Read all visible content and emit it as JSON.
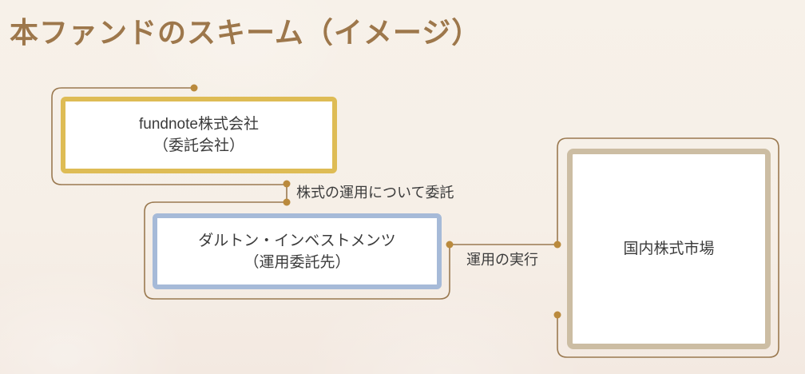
{
  "title": "本ファンドのスキーム（イメージ）",
  "diagram": {
    "nodes": {
      "fundnote": {
        "line1": "fundnote株式会社",
        "line2": "（委託会社）"
      },
      "dalton": {
        "line1": "ダルトン・インベストメンツ",
        "line2": "（運用委託先）"
      },
      "market": {
        "line1": "国内株式市場"
      }
    },
    "edges": {
      "entrust": {
        "from": "fundnote",
        "to": "dalton",
        "label": "株式の運用について委託"
      },
      "execute": {
        "from": "dalton",
        "to": "market",
        "label": "運用の実行"
      }
    }
  },
  "colors": {
    "background": "#f6efe7",
    "title-text": "#9d774b",
    "node-text": "#3b3b3b",
    "wire": "#9a7950",
    "dot": "#ba8a3d",
    "fundnote-border": "#debc55",
    "dalton-border": "#a6bad8",
    "market-border": "#ccbda3"
  }
}
